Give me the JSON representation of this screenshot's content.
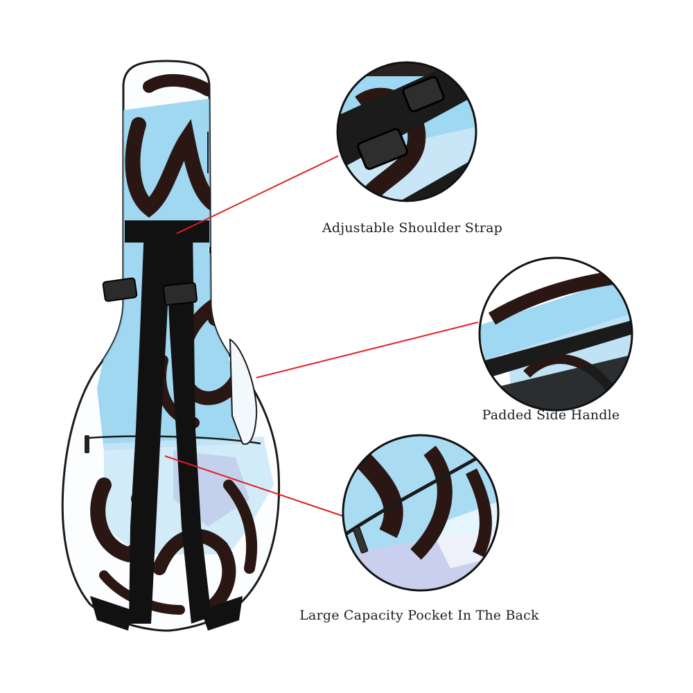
{
  "callouts": [
    {
      "id": "strap",
      "label": "Adjustable Shoulder Strap"
    },
    {
      "id": "handle",
      "label": "Padded Side Handle"
    },
    {
      "id": "pocket",
      "label": "Large Capacity Pocket In The Back"
    }
  ],
  "colors": {
    "background": "#ffffff",
    "bag_white": "#fbfdff",
    "watercolor_blue": "#8fd0ee",
    "watercolor_blue_light": "#c8e6f6",
    "watercolor_purple": "#b9bfe6",
    "lettering": "#2a1714",
    "strap": "#111111",
    "callout_line": "#e11b22",
    "circle_border": "#111111"
  }
}
